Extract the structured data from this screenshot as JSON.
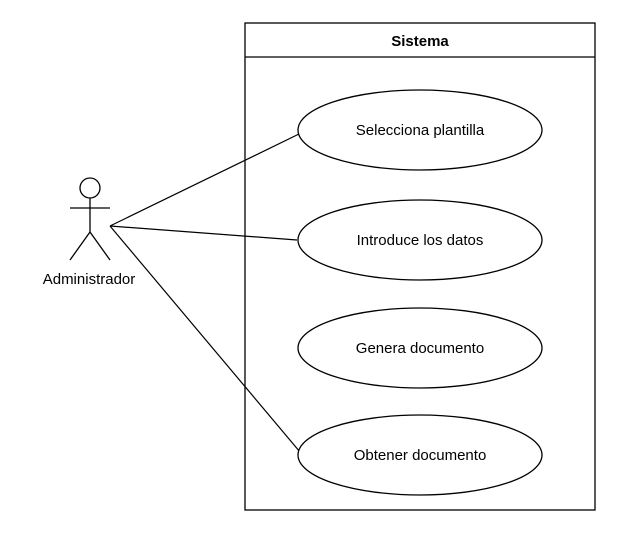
{
  "system": {
    "title": "Sistema"
  },
  "actor": {
    "name": "Administrador",
    "icon": "stick-figure-actor-icon"
  },
  "use_cases": [
    {
      "label": "Selecciona plantilla",
      "associated_with_actor": true
    },
    {
      "label": "Introduce los datos",
      "associated_with_actor": true
    },
    {
      "label": "Genera documento",
      "associated_with_actor": false
    },
    {
      "label": "Obtener documento",
      "associated_with_actor": true
    }
  ],
  "colors": {
    "stroke": "#000000",
    "fill": "#ffffff"
  }
}
